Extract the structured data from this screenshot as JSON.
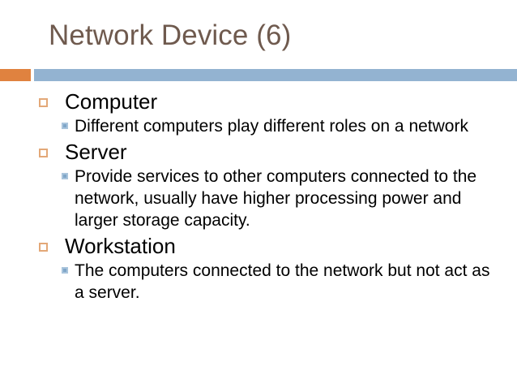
{
  "slide": {
    "title": "Network Device (6)",
    "theme": {
      "title_color": "#6F5A4E",
      "accent_orange": "#E0823F",
      "bar_blue": "#93B3D1",
      "bullet_level1_color": "#E3A878",
      "bullet_level2_color": "#7FA6C8",
      "body_text_color": "#000000",
      "background": "#FFFFFF"
    },
    "bullets": [
      {
        "level1": "Computer",
        "level1_bullet": "hollow-square-bullet",
        "level2": [
          {
            "text": "Different computers play different roles on a network",
            "bullet": "filled-square-bullet"
          }
        ]
      },
      {
        "level1": "Server",
        "level1_bullet": "hollow-square-bullet",
        "level2": [
          {
            "text": "Provide services to other computers connected to the network, usually have higher processing power and larger storage capacity.",
            "bullet": "filled-square-bullet"
          }
        ]
      },
      {
        "level1": "Workstation",
        "level1_bullet": "hollow-square-bullet",
        "level2": [
          {
            "text": "The computers connected to the network but not act as a server.",
            "bullet": "filled-square-bullet"
          }
        ]
      }
    ]
  }
}
